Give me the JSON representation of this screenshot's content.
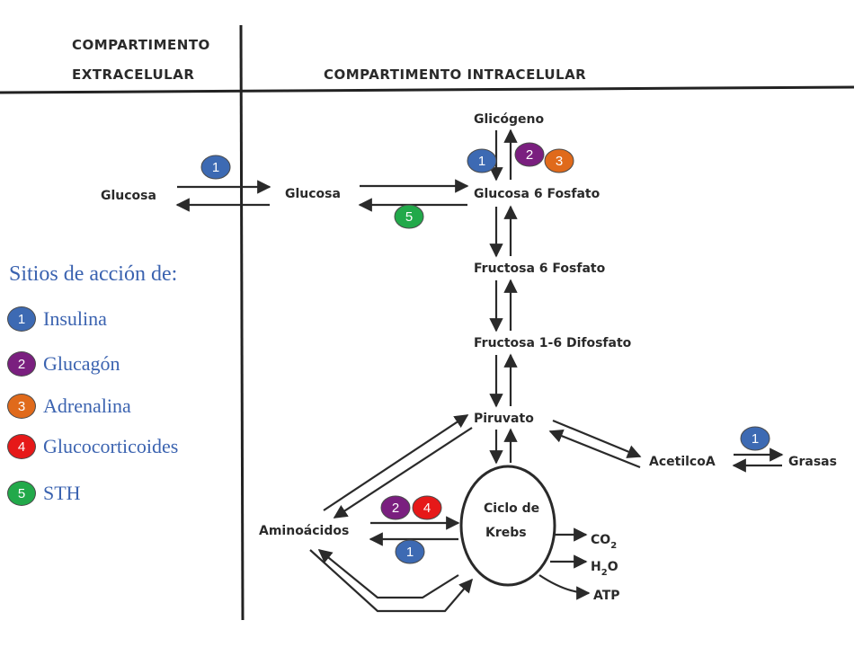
{
  "headers": {
    "extracellular_line1": "COMPARTIMENTO",
    "extracellular_line2": "EXTRACELULAR",
    "intracellular": "COMPARTIMENTO INTRACELULAR"
  },
  "nodes": {
    "glucosa_ext": "Glucosa",
    "glucosa_int": "Glucosa",
    "glicogeno": "Glicógeno",
    "glucosa6f": "Glucosa 6 Fosfato",
    "fructosa6f": "Fructosa 6 Fosfato",
    "fructosa16": "Fructosa 1-6 Difosfato",
    "piruvato": "Piruvato",
    "acetilcoa": "AcetilcoA",
    "grasas": "Grasas",
    "aminoacidos": "Aminoácidos",
    "krebs_line1": "Ciclo de",
    "krebs_line2": "Krebs",
    "co2": "CO",
    "co2_sub": "2",
    "h2o_h": "H",
    "h2o_sub": "2",
    "h2o_o": "O",
    "atp": "ATP"
  },
  "badges": {
    "glucose_transport": "1",
    "glycogen_insulina": "1",
    "glycogen_glucagon": "2",
    "glycogen_adrenalina": "3",
    "g6p_sth": "5",
    "acetilcoa_insulina": "1",
    "amino_glucagon": "2",
    "amino_glucocorticoides": "4",
    "amino_insulina": "1"
  },
  "legend": {
    "title": "Sitios de acción de:",
    "items": [
      {
        "num": "1",
        "label": "Insulina",
        "color": "#3d6ab3"
      },
      {
        "num": "2",
        "label": "Glucagón",
        "color": "#7a1f7f"
      },
      {
        "num": "3",
        "label": "Adrenalina",
        "color": "#e06a1b"
      },
      {
        "num": "4",
        "label": "Glucocorticoides",
        "color": "#e61919"
      },
      {
        "num": "5",
        "label": "STH",
        "color": "#22a94a"
      }
    ]
  },
  "colors": {
    "insulina": "#3d6ab3",
    "glucagon": "#7a1f7f",
    "adrenalina": "#e06a1b",
    "glucocorticoides": "#e61919",
    "sth": "#22a94a",
    "legend_text": "#3b63b0"
  }
}
